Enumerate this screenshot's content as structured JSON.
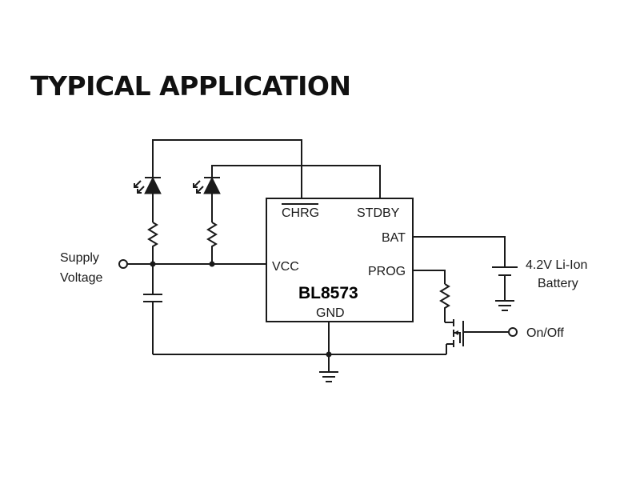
{
  "heading": "TYPICAL APPLICATION",
  "ic": {
    "name": "BL8573",
    "pins": {
      "chrg": "CHRG",
      "stdby": "STDBY",
      "bat": "BAT",
      "vcc": "VCC",
      "prog": "PROG",
      "gnd": "GND"
    }
  },
  "labels": {
    "supply_line1": "Supply",
    "supply_line2": "Voltage",
    "battery_line1": "4.2V Li-Ion",
    "battery_line2": "Battery",
    "on_off": "On/Off"
  },
  "colors": {
    "wire": "#1a1a1a",
    "background": "#ffffff"
  }
}
